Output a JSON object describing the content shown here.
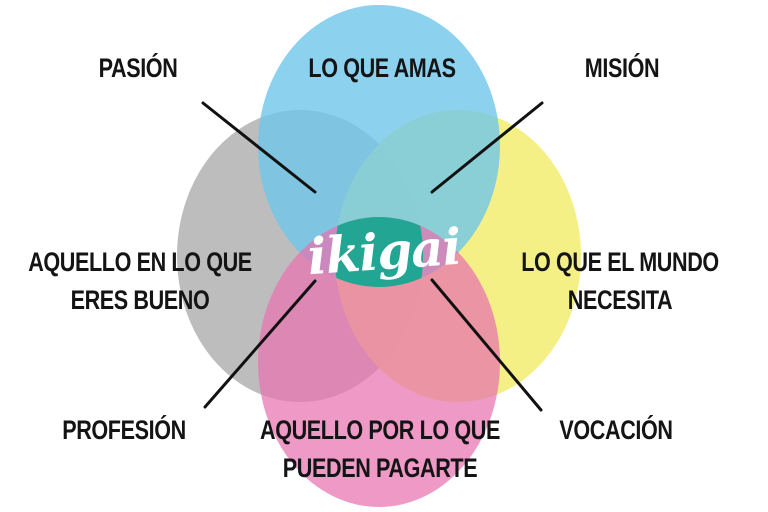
{
  "center_label": "ikigai",
  "circles": {
    "top": "LO QUE AMAS",
    "left": [
      "AQUELLO EN LO QUE",
      "ERES BUENO"
    ],
    "right": [
      "LO QUE EL MUNDO",
      "NECESITA"
    ],
    "bottom": [
      "AQUELLO POR LO QUE",
      "PUEDEN PAGARTE"
    ]
  },
  "intersections": {
    "top_left": "PASIÓN",
    "top_right": "MISIÓN",
    "bottom_left": "PROFESIÓN",
    "bottom_right": "VOCACIÓN"
  },
  "colors": {
    "top": "#7dcfee",
    "left": "#b9b9bb",
    "right": "#f3ef7f",
    "bottom": "#e77fb5",
    "center": "#23a593"
  }
}
